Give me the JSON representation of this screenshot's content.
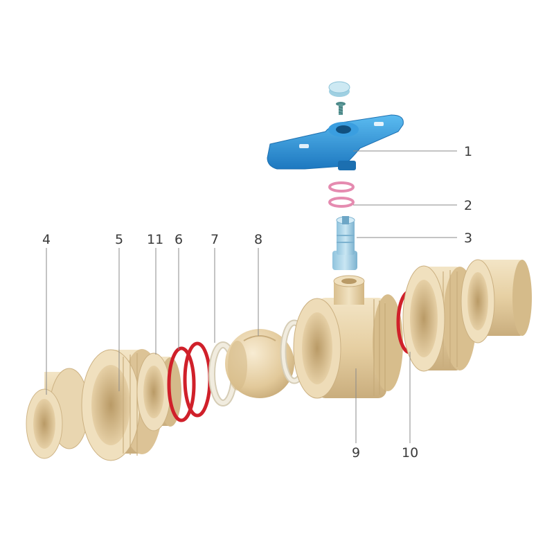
{
  "diagram": {
    "type": "exploded-view",
    "subject": "true union ball valve",
    "colors": {
      "body": "#e8d3ab",
      "body_shadow": "#c9ad7d",
      "handle": "#2f9fe0",
      "handle_dark": "#1c6fb0",
      "stem": "#a8d2e8",
      "pink_oring": "#e58bb0",
      "red_oring": "#d0202a",
      "seat_ring": "#ece6d6",
      "cap": "#bfe0ec",
      "leader_line": "#8a8a8a",
      "label_text": "#3a3a3a"
    },
    "callouts": [
      {
        "id": "1",
        "label": "1",
        "part": "handle"
      },
      {
        "id": "2",
        "label": "2",
        "part": "stem o-rings"
      },
      {
        "id": "3",
        "label": "3",
        "part": "stem"
      },
      {
        "id": "4",
        "label": "4",
        "part": "left end connector"
      },
      {
        "id": "5",
        "label": "5",
        "part": "left union nut"
      },
      {
        "id": "11",
        "label": "11",
        "part": "seat carrier"
      },
      {
        "id": "6",
        "label": "6",
        "part": "o-rings"
      },
      {
        "id": "7",
        "label": "7",
        "part": "seat ring"
      },
      {
        "id": "8",
        "label": "8",
        "part": "ball"
      },
      {
        "id": "9",
        "label": "9",
        "part": "valve body"
      },
      {
        "id": "10",
        "label": "10",
        "part": "body o-ring"
      }
    ]
  }
}
